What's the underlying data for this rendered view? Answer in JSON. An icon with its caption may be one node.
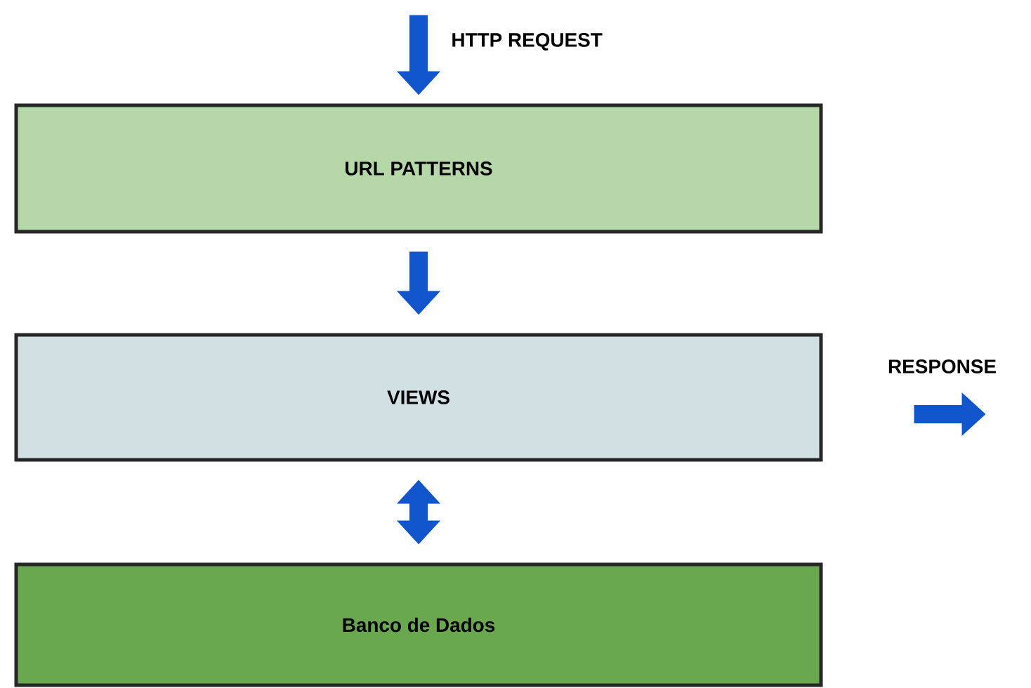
{
  "diagram": {
    "nodes": [
      {
        "text": [
          "URL PATTERNS"
        ]
      },
      {
        "text": [
          "VIEWS"
        ]
      },
      {
        "text": [
          "Banco de Dados"
        ]
      }
    ],
    "edges": [
      {
        "from": null,
        "to": 0,
        "arrow": "to",
        "label": "HTTP REQUEST"
      },
      {
        "from": 0,
        "to": 1,
        "arrow": "to"
      },
      {
        "from": 1,
        "to": 2,
        "arrow": "both"
      }
    ],
    "labels": [
      "RESPONSE"
    ]
  }
}
